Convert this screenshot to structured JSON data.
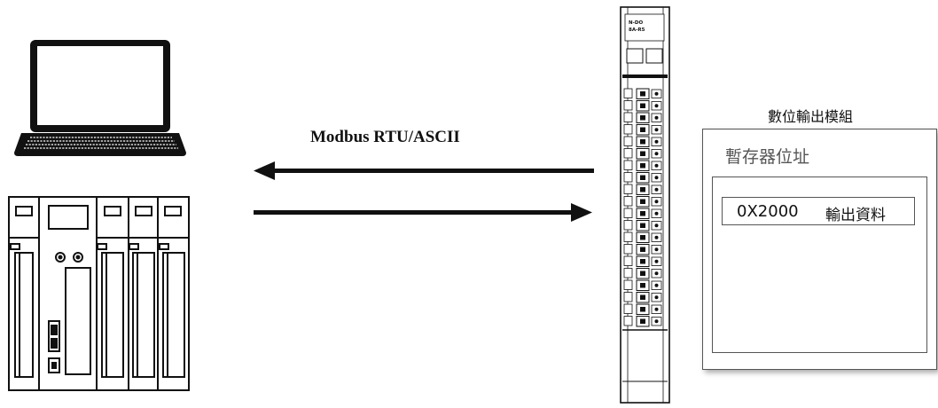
{
  "diagram": {
    "protocol_label": "Modbus RTU/ASCII",
    "device_label": [
      "N-DO",
      "8A-R5"
    ],
    "module": {
      "title": "數位輸出模組",
      "register_heading": "暫存器位址",
      "rows": [
        {
          "address": "0X2000",
          "description": "輸出資料"
        }
      ]
    }
  }
}
